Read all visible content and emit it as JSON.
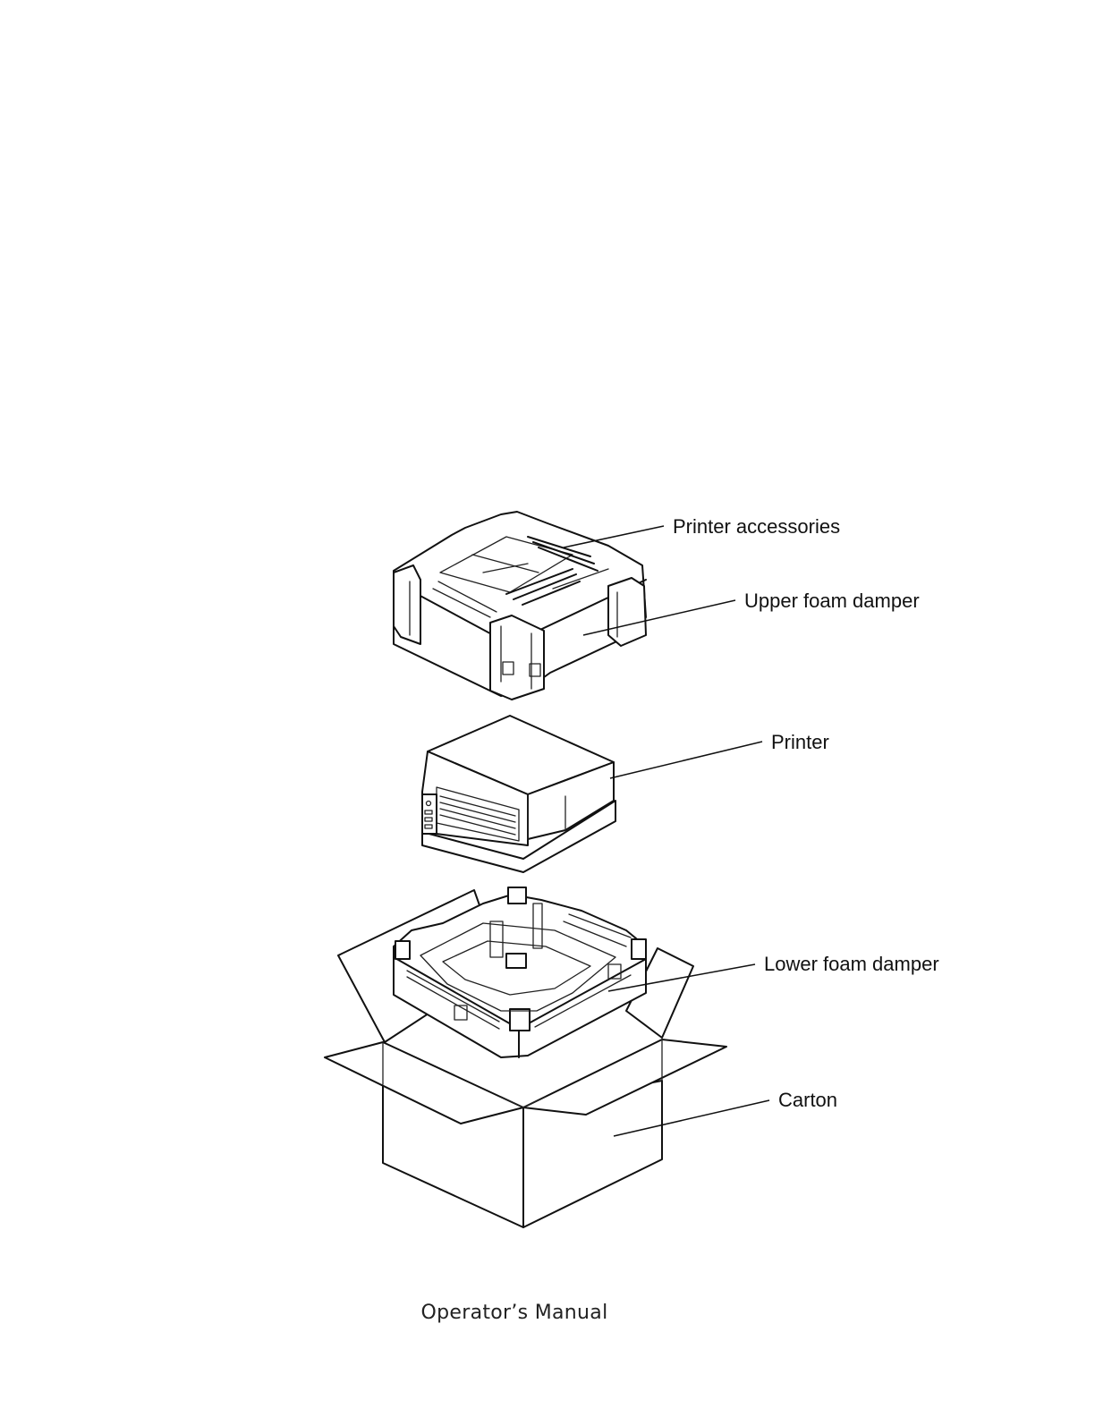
{
  "figure": {
    "labels": {
      "printer_accessories": "Printer accessories",
      "upper_foam_damper": "Upper foam damper",
      "printer": "Printer",
      "lower_foam_damper": "Lower foam damper",
      "carton": "Carton"
    }
  },
  "footer": {
    "text": "Operator’s Manual"
  }
}
